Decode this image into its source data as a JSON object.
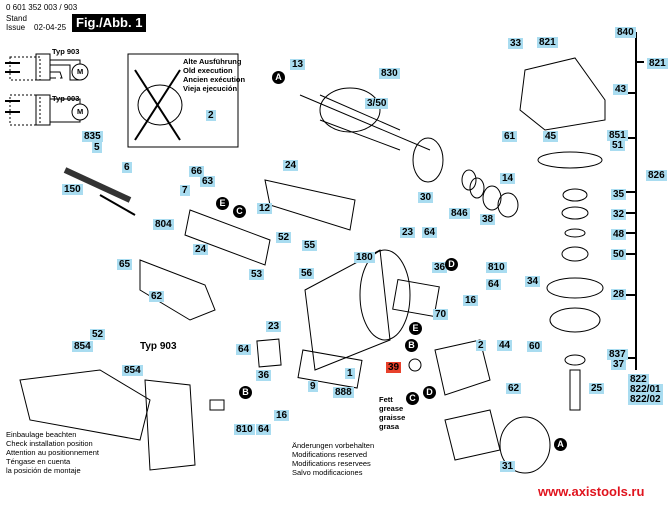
{
  "header": {
    "doc_number": "0 601 352 003 / 903",
    "stand_label": "Stand",
    "issue_label": "Issue",
    "issue_date": "02-04-25",
    "figure_title": "Fig./Abb. 1"
  },
  "wiring": {
    "type_903": "Typ 903",
    "type_003": "Typ 003",
    "motor_symbol": "M"
  },
  "old_execution": {
    "lines": [
      "Alte Ausführung",
      "Old execution",
      "Ancien exécution",
      "Vieja ejecución"
    ],
    "part": "2"
  },
  "callouts": {
    "c13": "13",
    "c830": "830",
    "c3_50": "3/50",
    "c840": "840",
    "c821a": "821",
    "c821b": "821",
    "c33": "33",
    "c43": "43",
    "c61": "61",
    "c45": "45",
    "c851": "851",
    "c51": "51",
    "c826": "826",
    "c14": "14",
    "c30": "30",
    "c846": "846",
    "c38": "38",
    "c835": "835",
    "c5": "5",
    "c6": "6",
    "c150": "150",
    "c66": "66",
    "c63": "63",
    "c7": "7",
    "c804": "804",
    "c12": "12",
    "c24a": "24",
    "c24b": "24",
    "c55": "55",
    "c52a": "52",
    "c53": "53",
    "c56": "56",
    "c180": "180",
    "c23a": "23",
    "c64a": "64",
    "c36a": "36",
    "c810a": "810",
    "c64b": "64",
    "c16a": "16",
    "c70": "70",
    "c65": "65",
    "c62a": "62",
    "c52b": "52",
    "c854a": "854",
    "c854b": "854",
    "c35": "35",
    "c32": "32",
    "c48": "48",
    "c50": "50",
    "c34": "34",
    "c28": "28",
    "c60": "60",
    "c837": "837",
    "c37": "37",
    "c822": "822",
    "c822_01": "822/01",
    "c822_02": "822/02",
    "c25": "25",
    "c23b": "23",
    "c64c": "64",
    "c36b": "36",
    "c16b": "16",
    "c810b": "810",
    "c64d": "64",
    "c9": "9",
    "c1": "1",
    "c888": "888",
    "c39": "39",
    "c2": "2",
    "c44": "44",
    "c62b": "62",
    "c31": "31"
  },
  "markers": {
    "A": "A",
    "B": "B",
    "C": "C",
    "D": "D",
    "E": "E"
  },
  "typ903_handle": "Typ 903",
  "grease_note": [
    "Fett",
    "grease",
    "graisse",
    "grasa"
  ],
  "install_note": [
    "Einbaulage beachten",
    "Check installation position",
    "Attention au positionnement",
    "Téngase en cuenta",
    "la posición de montaje"
  ],
  "modifications_note": [
    "Änderungen vorbehalten",
    "Modifications reserved",
    "Modifications reservees",
    "Salvo modificaciones"
  ],
  "watermark": "www.axistools.ru",
  "colors": {
    "label_bg": "#a9dcf0",
    "highlight_label_bg": "#e8412c",
    "watermark": "#e0141e"
  }
}
